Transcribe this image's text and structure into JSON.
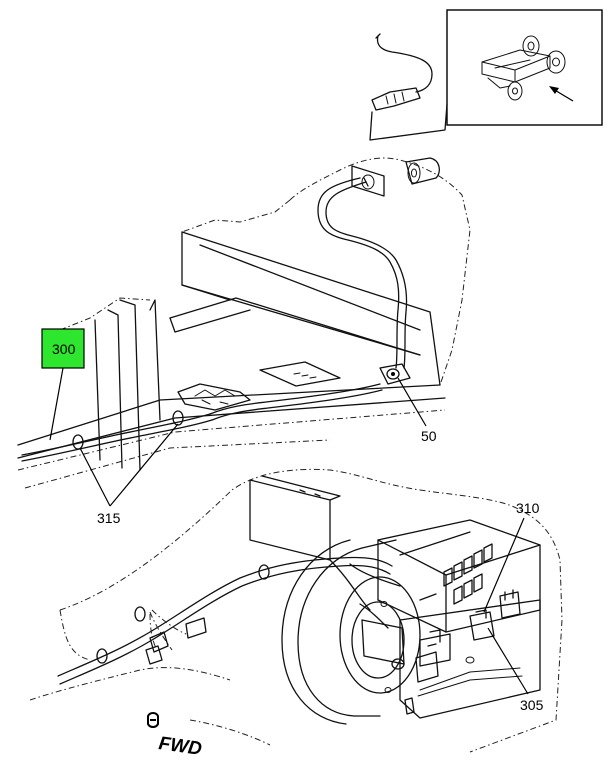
{
  "callouts": {
    "c300": "300",
    "c50": "50",
    "c315": "315",
    "c310": "310",
    "c305": "305"
  },
  "fwd_label": "FWD",
  "highlight_color": "#2ee62e"
}
